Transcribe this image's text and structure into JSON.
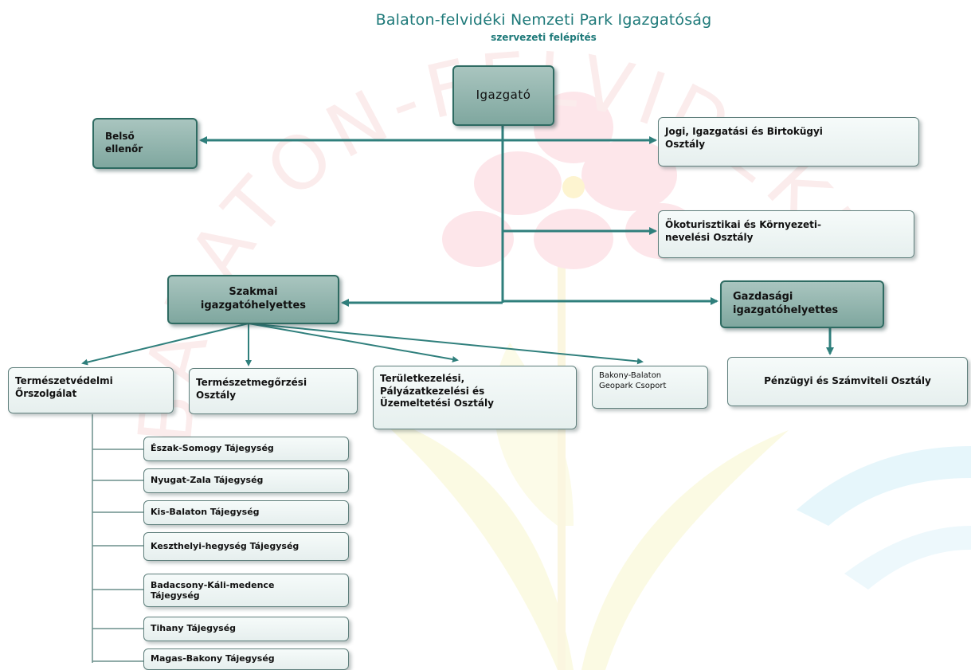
{
  "header": {
    "title": "Balaton-felvidéki Nemzeti Park Igazgatóság",
    "subtitle": "szervezeti felépítés"
  },
  "watermark": {
    "text": "BALATON-FELVIDÉKI NEMZETI PARK",
    "colors": {
      "text": "#fbecec",
      "flower": "#fde6ea",
      "leaf": "#fbfae3",
      "wave": "#e6f6fb"
    }
  },
  "colors": {
    "accent": "#1f7a7a",
    "connector": "#2f7f7c",
    "box_dark": "#7fa79f",
    "box_light": "#eef5f4"
  },
  "nodes": {
    "director": "Igazgató",
    "internal_auditor": "Belső\nellenőr",
    "legal_dept": "Jogi, Igazgatási és Birtokügyi\nOsztály",
    "ecotourism_dept": "Ökoturisztikai és Környezeti-\nnevelési Osztály",
    "professional_deputy": "Szakmai\nigazgatóhelyettes",
    "economic_deputy": "Gazdasági\nigazgatóhelyettes",
    "finance_dept": "Pénzügyi és Számviteli Osztály",
    "nature_guard": "Természetvédelmi\nŐrszolgálat",
    "nature_conservation_dept": "Természetmegőrzési\nOsztály",
    "area_management_dept": "Területkezelési,\nPályázatkezelési és\nÜzemeltetési Osztály",
    "geopark_group": "Bakony-Balaton\nGeopark Csoport"
  },
  "regions": [
    "Észak-Somogy Tájegység",
    "Nyugat-Zala Tájegység",
    "Kis-Balaton Tájegység",
    "Keszthelyi-hegység Tájegység",
    "Badacsony-Káli-medence\nTájegység",
    "Tihany Tájegység",
    "Magas-Bakony Tájegység"
  ]
}
